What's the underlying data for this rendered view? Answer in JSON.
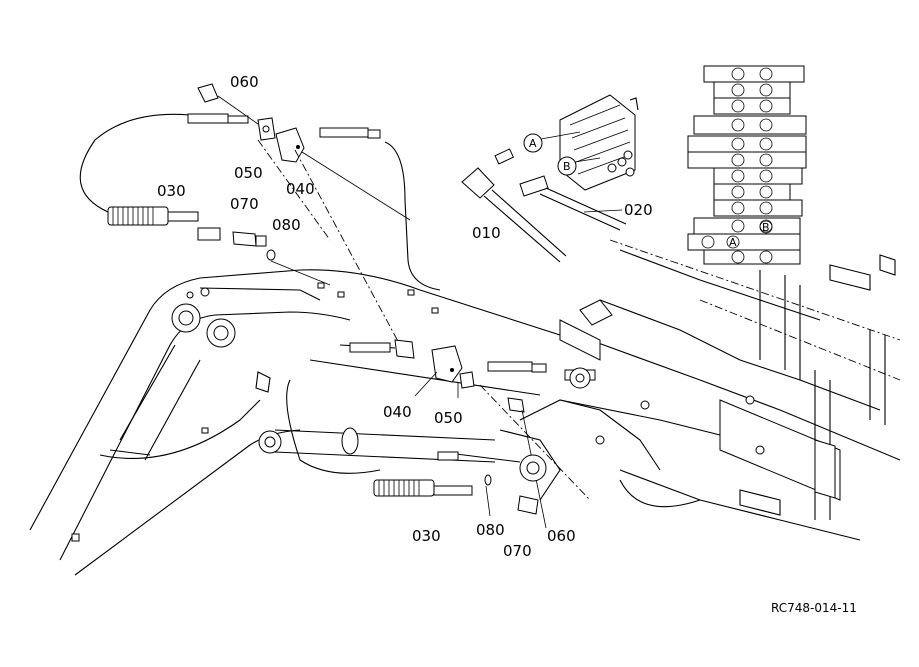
{
  "callouts": [
    {
      "id": "c060a",
      "text": "060"
    },
    {
      "id": "c050a",
      "text": "050"
    },
    {
      "id": "c040a",
      "text": "040"
    },
    {
      "id": "c030a",
      "text": "030"
    },
    {
      "id": "c070a",
      "text": "070"
    },
    {
      "id": "c080a",
      "text": "080"
    },
    {
      "id": "c010",
      "text": "010"
    },
    {
      "id": "c020",
      "text": "020"
    },
    {
      "id": "c040b",
      "text": "040"
    },
    {
      "id": "c050b",
      "text": "050"
    },
    {
      "id": "c030b",
      "text": "030"
    },
    {
      "id": "c080b",
      "text": "080"
    },
    {
      "id": "c070b",
      "text": "070"
    },
    {
      "id": "c060b",
      "text": "060"
    }
  ],
  "port_labels": {
    "a": "A",
    "b": "B"
  },
  "reference_code": "RC748-014-11"
}
